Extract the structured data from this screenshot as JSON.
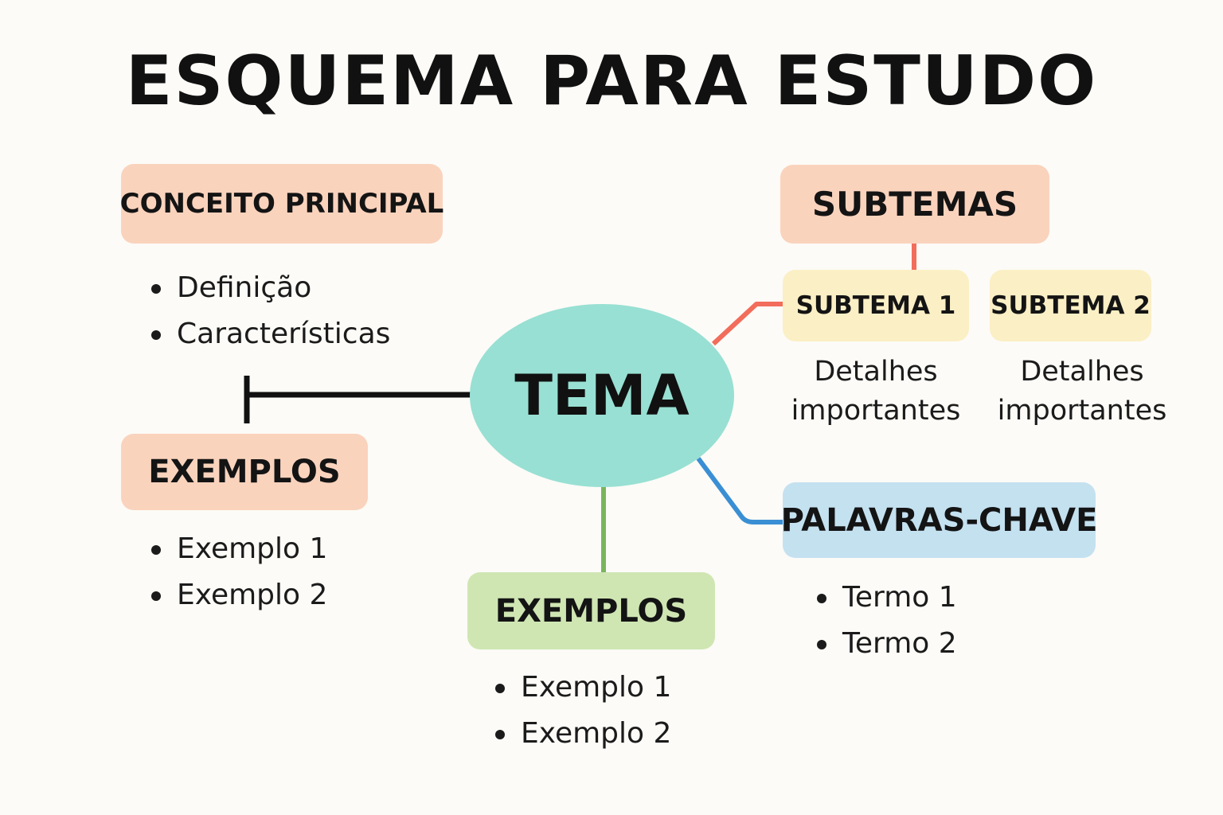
{
  "title": "ESQUEMA PARA ESTUDO",
  "center": {
    "label": "TEMA"
  },
  "concept": {
    "label": "CONCEITO PRINCIPAL",
    "items": [
      "Definição",
      "Características"
    ]
  },
  "examples_left": {
    "label": "EXEMPLOS",
    "items": [
      "Exemplo 1",
      "Exemplo 2"
    ]
  },
  "examples_bottom": {
    "label": "EXEMPLOS",
    "items": [
      "Exemplo 1",
      "Exemplo 2"
    ]
  },
  "subtopics": {
    "label": "SUBTEMAS",
    "items": [
      {
        "label": "SUBTEMA 1",
        "detail_line1": "Detalhes",
        "detail_line2": "importantes"
      },
      {
        "label": "SUBTEMA 2",
        "detail_line1": "Detalhes",
        "detail_line2": "importantes"
      }
    ]
  },
  "keywords": {
    "label": "PALAVRAS-CHAVE",
    "items": [
      "Termo 1",
      "Termo 2"
    ]
  },
  "colors": {
    "background": "#fcfbf7",
    "center": "#98e0d3",
    "peach": "#fad3bd",
    "yellow": "#fbefc5",
    "green": "#cfe6b3",
    "blue": "#c4e1f0",
    "connector_black": "#111111",
    "connector_red": "#f26d5b",
    "connector_green": "#7ab55c",
    "connector_blue": "#3a8fd4"
  }
}
